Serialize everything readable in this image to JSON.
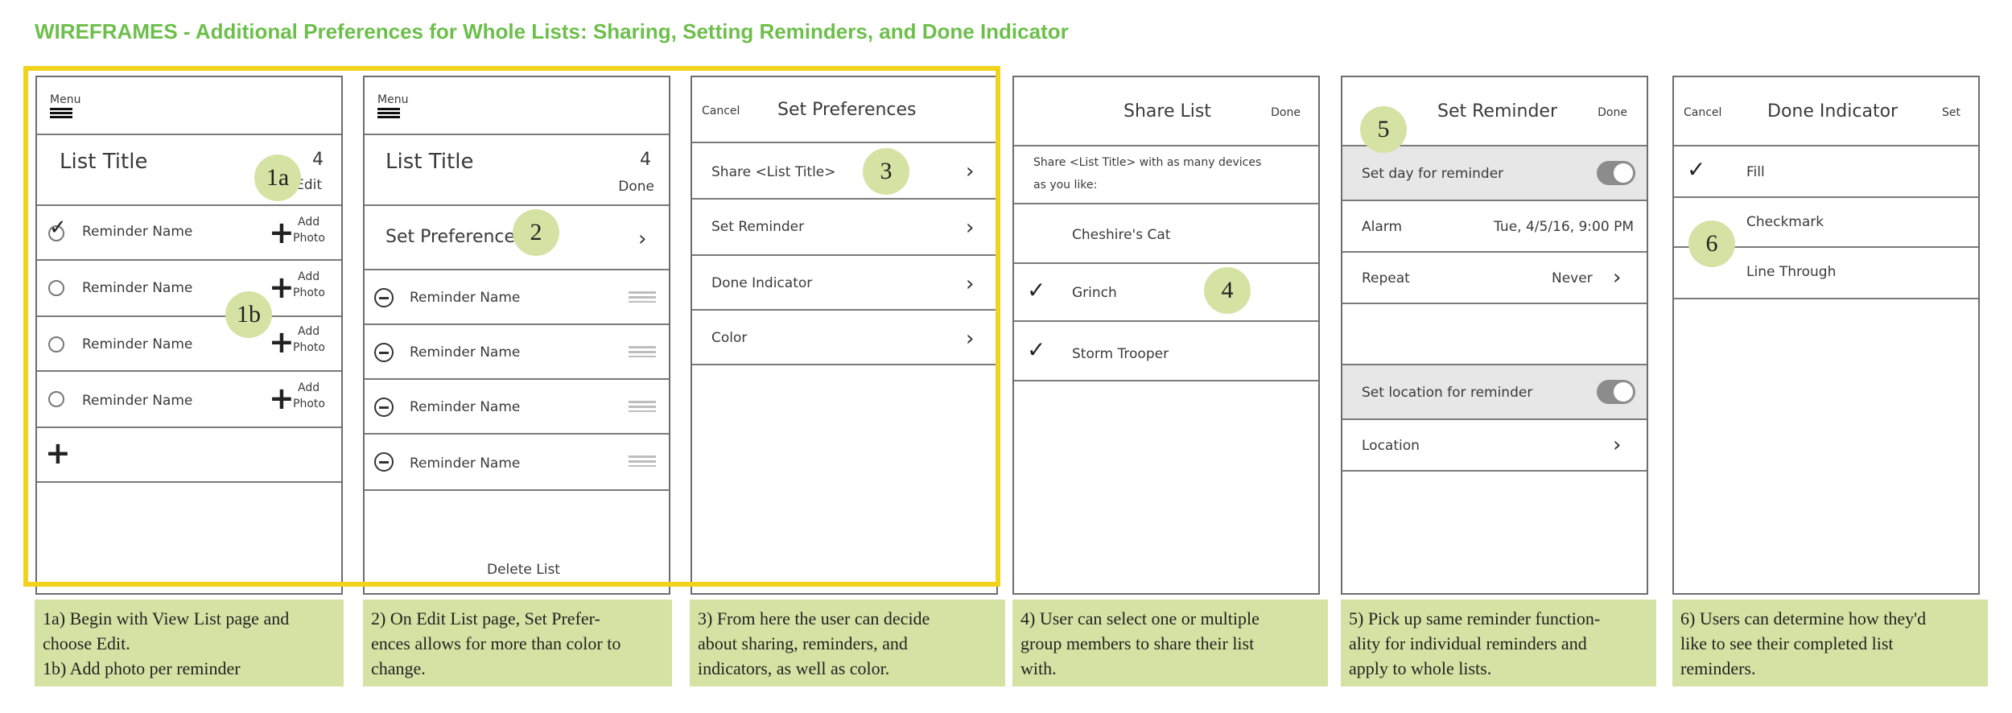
{
  "title": "WIREFRAMES - Additional Preferences for Whole Lists: Sharing, Setting Reminders, and Done Indicator",
  "colors": {
    "title_green": "#6cbf4a",
    "highlight_yellow": "#f2d31b",
    "badge_green": "#d4e3a3",
    "caption_green": "#d4e3a3"
  },
  "screen1": {
    "menu_label": "Menu",
    "list_title": "List Title",
    "count": "4",
    "edit_label": "Edit",
    "reminders": [
      "Reminder Name",
      "Reminder Name",
      "Reminder Name",
      "Reminder Name"
    ],
    "add_photo_line1": "Add",
    "add_photo_line2": "Photo",
    "badge_1a": "1a",
    "badge_1b": "1b"
  },
  "screen2": {
    "menu_label": "Menu",
    "list_title": "List Title",
    "count": "4",
    "done_label": "Done",
    "set_preferences": "Set Preferences",
    "reminders": [
      "Reminder Name",
      "Reminder Name",
      "Reminder Name",
      "Reminder Name"
    ],
    "delete_list": "Delete List",
    "badge": "2"
  },
  "screen3": {
    "cancel": "Cancel",
    "heading": "Set Preferences",
    "items": [
      "Share <List Title>",
      "Set Reminder",
      "Done Indicator",
      "Color"
    ],
    "badge": "3"
  },
  "screen4": {
    "heading": "Share List",
    "done": "Done",
    "intro_line1": "Share <List Title> with as many devices",
    "intro_line2": "as you like:",
    "members": [
      "Cheshire's Cat",
      "Grinch",
      "Storm Trooper"
    ],
    "badge": "4"
  },
  "screen5": {
    "heading": "Set Reminder",
    "done": "Done",
    "set_day": "Set day for reminder",
    "alarm_label": "Alarm",
    "alarm_value": "Tue, 4/5/16, 9:00 PM",
    "repeat_label": "Repeat",
    "repeat_value": "Never",
    "set_location": "Set location for reminder",
    "location_label": "Location",
    "badge": "5"
  },
  "screen6": {
    "cancel": "Cancel",
    "heading": "Done Indicator",
    "set": "Set",
    "options": [
      "Fill",
      "Checkmark",
      "Line Through"
    ],
    "badge": "6"
  },
  "captions": {
    "c1": [
      "1a) Begin with View List page and",
      "choose Edit.",
      "1b) Add photo per reminder"
    ],
    "c2": [
      "2) On Edit List page, Set Prefer-",
      "ences allows for more than color to",
      "change."
    ],
    "c3": [
      "3) From here the user can decide",
      "about sharing, reminders, and",
      "indicators, as well as color."
    ],
    "c4": [
      "4) User can select one or multiple",
      "group members to share their list",
      "with."
    ],
    "c5": [
      "5) Pick up same reminder function-",
      "ality for individual reminders and",
      "apply to whole lists."
    ],
    "c6": [
      "6) Users can determine how they'd",
      "like to see their completed list",
      "reminders."
    ]
  }
}
